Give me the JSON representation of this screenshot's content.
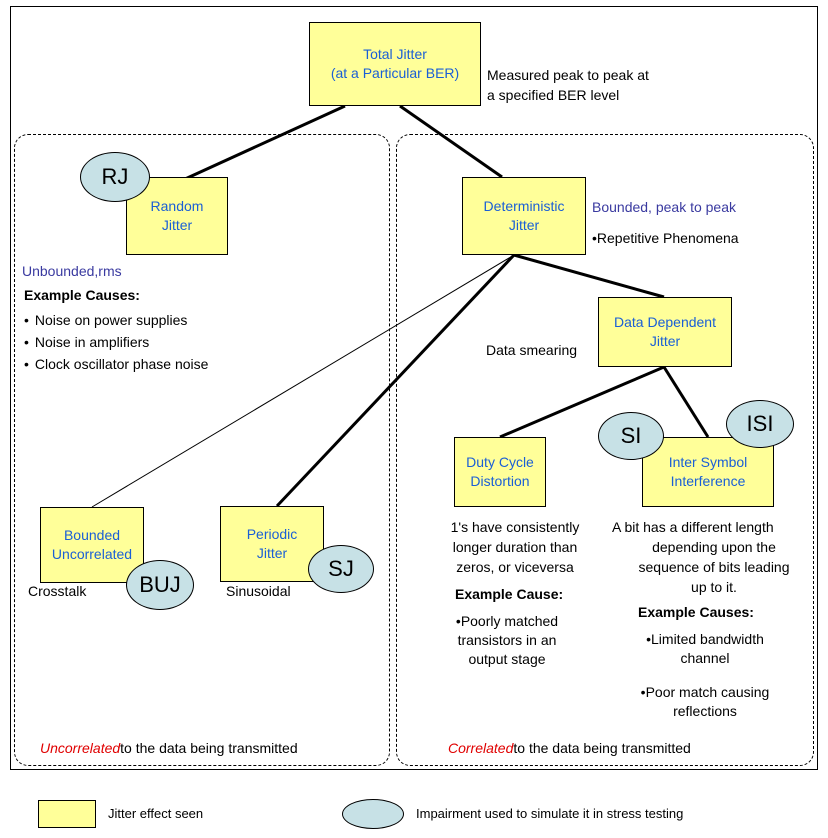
{
  "boxes": {
    "total": [
      "Total Jitter",
      "(at a Particular BER)"
    ],
    "random": [
      "Random",
      "Jitter"
    ],
    "deterministic": [
      "Deterministic",
      "Jitter"
    ],
    "ddj": [
      "Data Dependent",
      "Jitter"
    ],
    "dcd": [
      "Duty Cycle",
      "Distortion"
    ],
    "isi": [
      "Inter Symbol",
      "Interference"
    ],
    "buj": [
      "Bounded",
      "Uncorrelated"
    ],
    "pj": [
      "Periodic",
      "Jitter"
    ]
  },
  "impairments": {
    "rj": "RJ",
    "si": "SI",
    "isi": "ISI",
    "sj": "SJ",
    "buj": "BUJ"
  },
  "notes": {
    "total_desc": [
      "Measured peak to peak at",
      "a specified BER level"
    ],
    "random_desc": "Unbounded,rms",
    "random_causes_title": "Example Causes:",
    "random_causes": [
      "Noise on power supplies",
      "Noise in amplifiers",
      "Clock oscillator phase noise"
    ],
    "det_desc": "Bounded, peak to peak",
    "det_bullet": "Repetitive Phenomena",
    "data_smearing": "Data smearing",
    "crosstalk": "Crosstalk",
    "sinusoidal": "Sinusoidal",
    "dcd_desc": [
      "1's have consistently",
      "longer duration than",
      "zeros, or viceversa"
    ],
    "dcd_cause_title": "Example Cause:",
    "dcd_cause": [
      "Poorly matched",
      "transistors in an",
      "output stage"
    ],
    "isi_desc": [
      "A bit has a different length",
      "depending upon the",
      "sequence of bits leading",
      "up to it."
    ],
    "isi_causes_title": "Example Causes:",
    "isi_cause1": [
      "Limited bandwidth",
      "channel"
    ],
    "isi_cause2": [
      "Poor match causing",
      "reflections"
    ]
  },
  "footer": {
    "left_em": "Uncorrelated",
    "left_rest": "to the data being transmitted",
    "right_em": "Correlated",
    "right_rest": "to the data being transmitted"
  },
  "legend": {
    "box_label": "Jitter effect seen",
    "ellipse_label": "Impairment used to simulate it in stress testing"
  },
  "colors": {
    "box_fill": "#ffff99",
    "box_text": "#1a5fd6",
    "ellipse_fill": "#c7e1e6",
    "description_text": "#3a3aa0",
    "emphasis_red": "#e00000"
  }
}
